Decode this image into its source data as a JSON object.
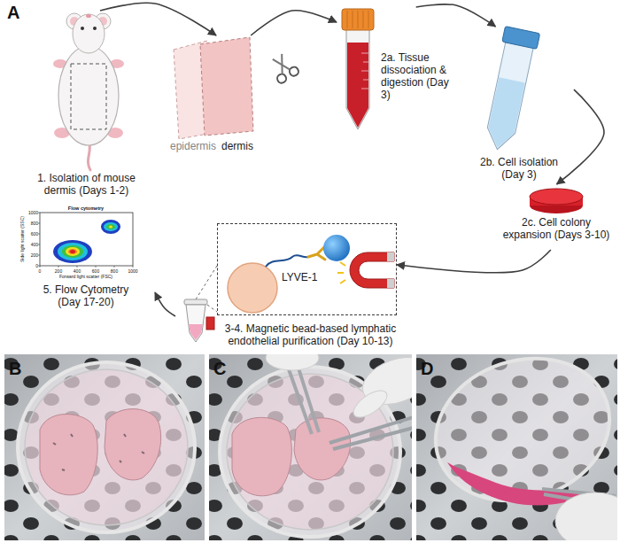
{
  "diagram": {
    "nodes": [
      {
        "text": [
          "1. Isolation of mouse dermis (Days 1-2)"
        ]
      },
      {
        "text": [
          "epidermis",
          "dermis"
        ]
      },
      {
        "text": [
          "2a. Tissue dissociation & digestion (Day 3)"
        ]
      },
      {
        "text": [
          "2b. Cell isolation (Day 3)"
        ]
      },
      {
        "text": [
          "2c. Cell colony expansion (Days 3-10)"
        ]
      },
      {
        "text": [
          "LYVE-1"
        ]
      },
      {
        "text": [
          "3-4. Magnetic bead-based lymphatic endothelial purification (Day 10-13)"
        ]
      },
      {
        "text": [
          "5. Flow Cytometry (Day 17-20)"
        ]
      }
    ],
    "edges": [
      {
        "from": 0,
        "to": 1,
        "arrow": "to"
      },
      {
        "from": 1,
        "to": 2,
        "arrow": "to"
      },
      {
        "from": 2,
        "to": 3,
        "arrow": "to"
      },
      {
        "from": 3,
        "to": 4,
        "arrow": "to"
      },
      {
        "from": 4,
        "to": 5,
        "arrow": "to"
      },
      {
        "from": 6,
        "to": 7,
        "arrow": "to"
      }
    ],
    "labels": [
      "A",
      "Flow cytometry",
      "Side light scatter (SSC)",
      "1000",
      "800",
      "600",
      "400",
      "200",
      "0",
      "0",
      "200",
      "400",
      "600",
      "800",
      "1000",
      "Forward light scatter (FSC)",
      "B",
      "C",
      "D"
    ]
  }
}
